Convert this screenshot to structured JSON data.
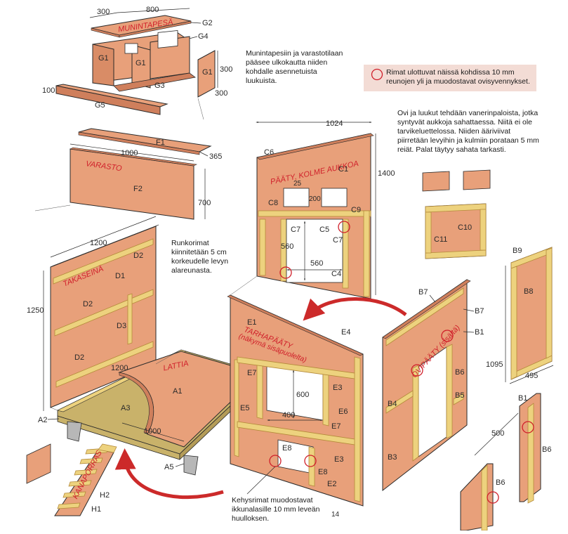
{
  "colors": {
    "plywood": "#e8a07a",
    "plywood_dark": "#cf7f5c",
    "timber": "#edd27e",
    "timber_edge": "#b48a3a",
    "red_label": "#d01f2a",
    "line": "#2a2a2a",
    "legend_bg": "#f3dcd5",
    "arrow_red": "#cc2a2a",
    "concrete": "#b7b7b7"
  },
  "nest_box": {
    "title": "MUNINTAPESÄ",
    "dim_300_top": "300",
    "dim_800": "800",
    "dim_300_right": "300",
    "dim_300_bottom": "300",
    "dim_100": "100",
    "g1": "G1",
    "g2": "G2",
    "g3": "G3",
    "g4": "G4",
    "g5": "G5"
  },
  "storage": {
    "title": "VARASTO",
    "f1": "F1",
    "f2": "F2",
    "dim_1000": "1000",
    "dim_365": "365",
    "dim_700": "700"
  },
  "back_wall": {
    "title": "TAKASEINÄ",
    "d1": "D1",
    "d2": "D2",
    "d3": "D3",
    "dim_1200": "1200",
    "dim_1250": "1250"
  },
  "floor": {
    "title": "LATTIA",
    "a1": "A1",
    "a2": "A2",
    "a3": "A3",
    "a5": "A5",
    "dim_1200": "1200",
    "dim_1000": "1000"
  },
  "gable_three_windows": {
    "title": "PÄÄTY, KOLME AUKKOA",
    "c1": "C1",
    "c4": "C4",
    "c5": "C5",
    "c6": "C6",
    "c7": "C7",
    "c8": "C8",
    "c9": "C9",
    "dim_1024": "1024",
    "dim_1400": "1400",
    "dim_25": "25",
    "dim_200": "200",
    "dim_560_v": "560",
    "dim_560_h": "560"
  },
  "run_end": {
    "title": "TARHAPÄÄTY",
    "subtitle": "(näkymä sisäpuolelta)",
    "e1": "E1",
    "e2": "E2",
    "e3": "E3",
    "e4": "E4",
    "e5": "E5",
    "e6": "E6",
    "e7": "E7",
    "e8": "E8",
    "dim_600": "600",
    "dim_400": "400",
    "dim_14": "14"
  },
  "door_end": {
    "title": "OVIPÄÄTY (sisältä)",
    "b1": "B1",
    "b3": "B3",
    "b4": "B4",
    "b5": "B5",
    "b6": "B6",
    "b7": "B7"
  },
  "door": {
    "b8": "B8",
    "b9": "B9",
    "dim_1095": "1095",
    "dim_495": "495"
  },
  "hatch": {
    "c10": "C10",
    "c11": "C11"
  },
  "detail": {
    "b1": "B1",
    "b6": "B6",
    "dim_500": "500"
  },
  "ramp": {
    "title": "KANAPORRAS",
    "h1": "H1",
    "h2": "H2"
  },
  "notes": {
    "access": "Munintapesiin ja varastotilaan pääsee ulkokautta niiden kohdalle asennetuista luukuista.",
    "legend": "Rimat ulottuvat näissä kohdissa 10 mm reunojen yli ja muodostavat ovisyvennykset.",
    "openings": "Ovi ja luukut tehdään vanerinpaloista, jotka syntyvät aukkoja sahattaessa. Niitä ei ole tarvikeluettelossa. Niiden ääriviivat piirretään levyihin ja kulmiin porataan 5 mm reiät. Palat täytyy sahata tarkasti.",
    "frame": "Runkorimat kiinnitetään 5 cm korkeudelle levyn alareunasta.",
    "window_rebate": "Kehysrimat muodostavat ikkunalasille 10 mm leveän huulloksen."
  }
}
